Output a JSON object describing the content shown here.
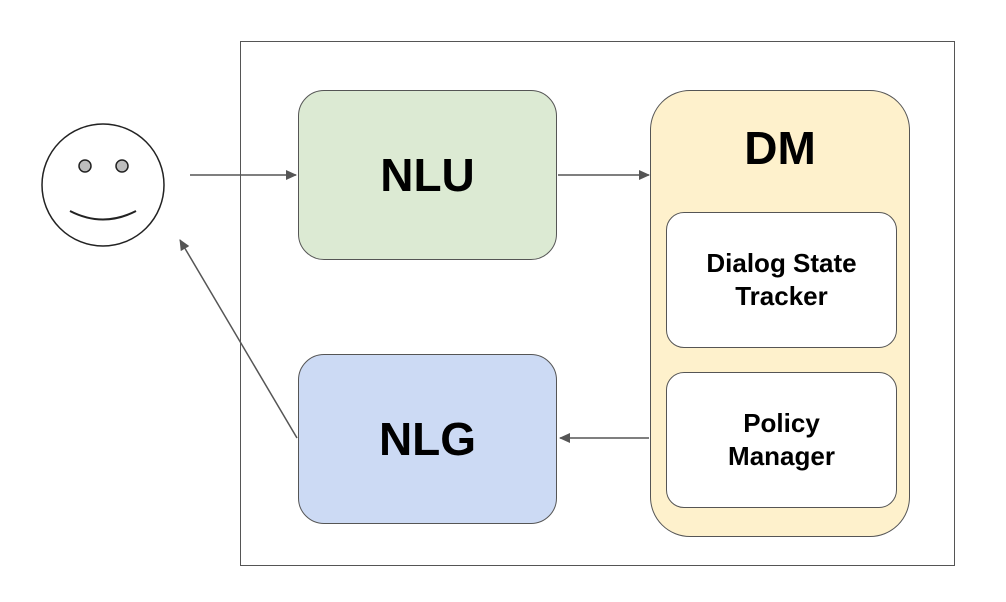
{
  "diagram": {
    "nodes": {
      "nlu": {
        "label": "NLU",
        "color": "#dcead3"
      },
      "nlg": {
        "label": "NLG",
        "color": "#ccdaf4"
      },
      "dm": {
        "label": "DM",
        "color": "#fef1cc",
        "components": {
          "dialog_state_tracker": {
            "line1": "Dialog State",
            "line2": "Tracker"
          },
          "policy_manager": {
            "line1": "Policy",
            "line2": "Manager"
          }
        }
      }
    },
    "user_icon": "smiley-face-icon",
    "edges": [
      {
        "from": "user",
        "to": "nlu"
      },
      {
        "from": "nlu",
        "to": "dm"
      },
      {
        "from": "dm",
        "to": "nlg"
      },
      {
        "from": "nlg",
        "to": "user"
      }
    ],
    "stroke_color": "#555555"
  }
}
